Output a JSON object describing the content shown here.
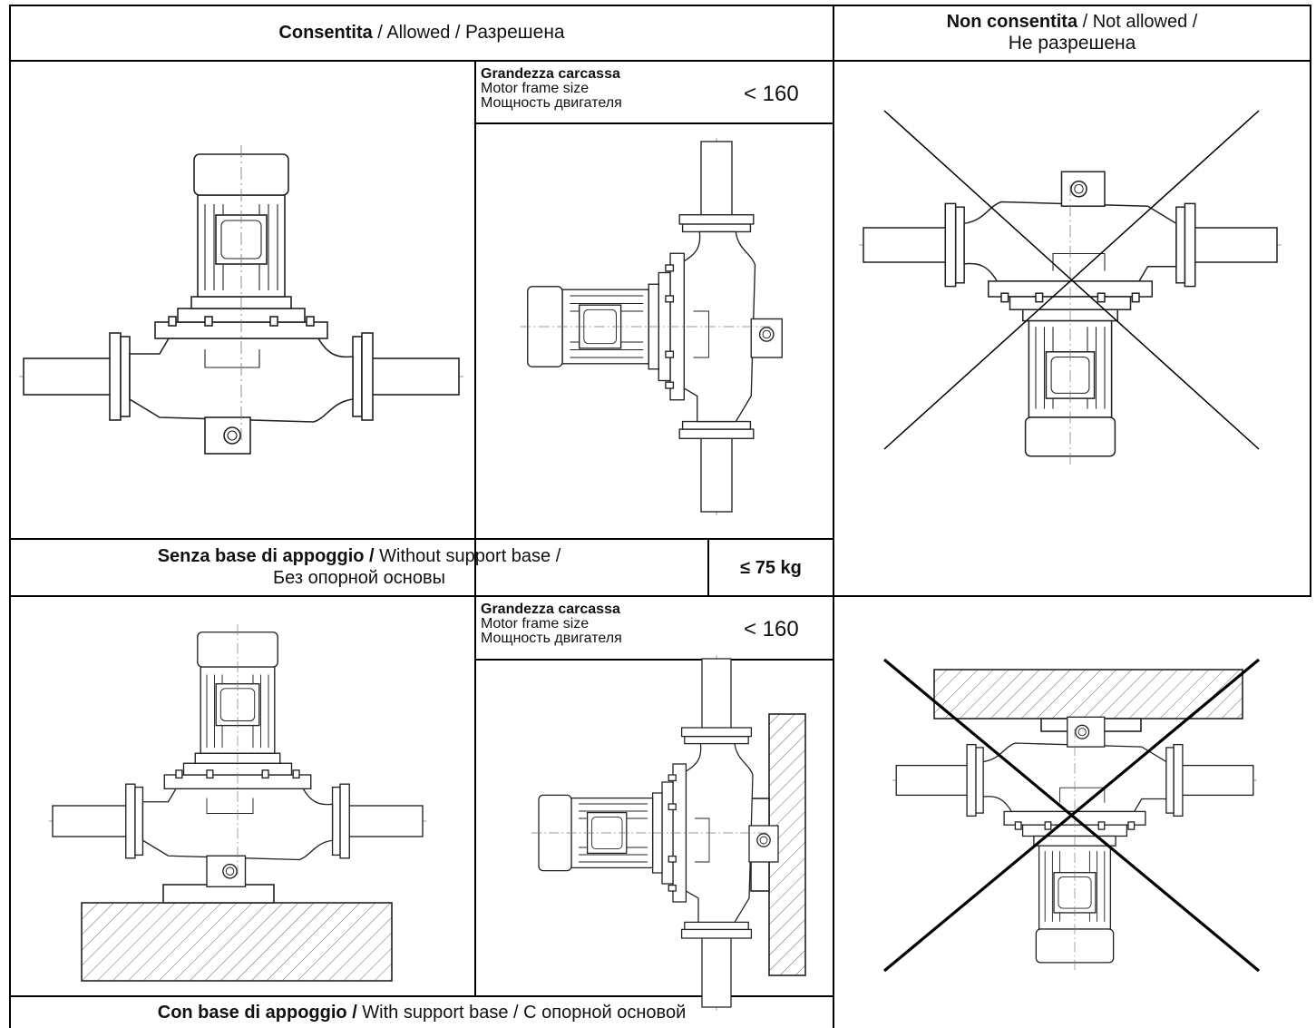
{
  "header": {
    "allowed": {
      "it": "Consentita",
      "sep1": " / ",
      "en": "Allowed",
      "sep2": " / ",
      "ru": "Разрешена"
    },
    "not_allowed": {
      "it": "Non consentita",
      "sep1": " / ",
      "en": "Not allowed",
      "sep2": " /",
      "ru": "Не разрешена"
    }
  },
  "frame_size": {
    "label_it": "Grandezza carcassa",
    "label_en": "Motor frame size",
    "label_ru": "Мощность двигателя",
    "value": "< 160"
  },
  "row1": {
    "caption_it": "Senza base di appoggio /",
    "caption_en": " Without support base /",
    "caption_ru": "Без опорной основы",
    "weight": "≤ 75 kg"
  },
  "row2": {
    "caption_it": "Con base di appoggio /",
    "caption_en": " With support base / С опорной основой"
  }
}
